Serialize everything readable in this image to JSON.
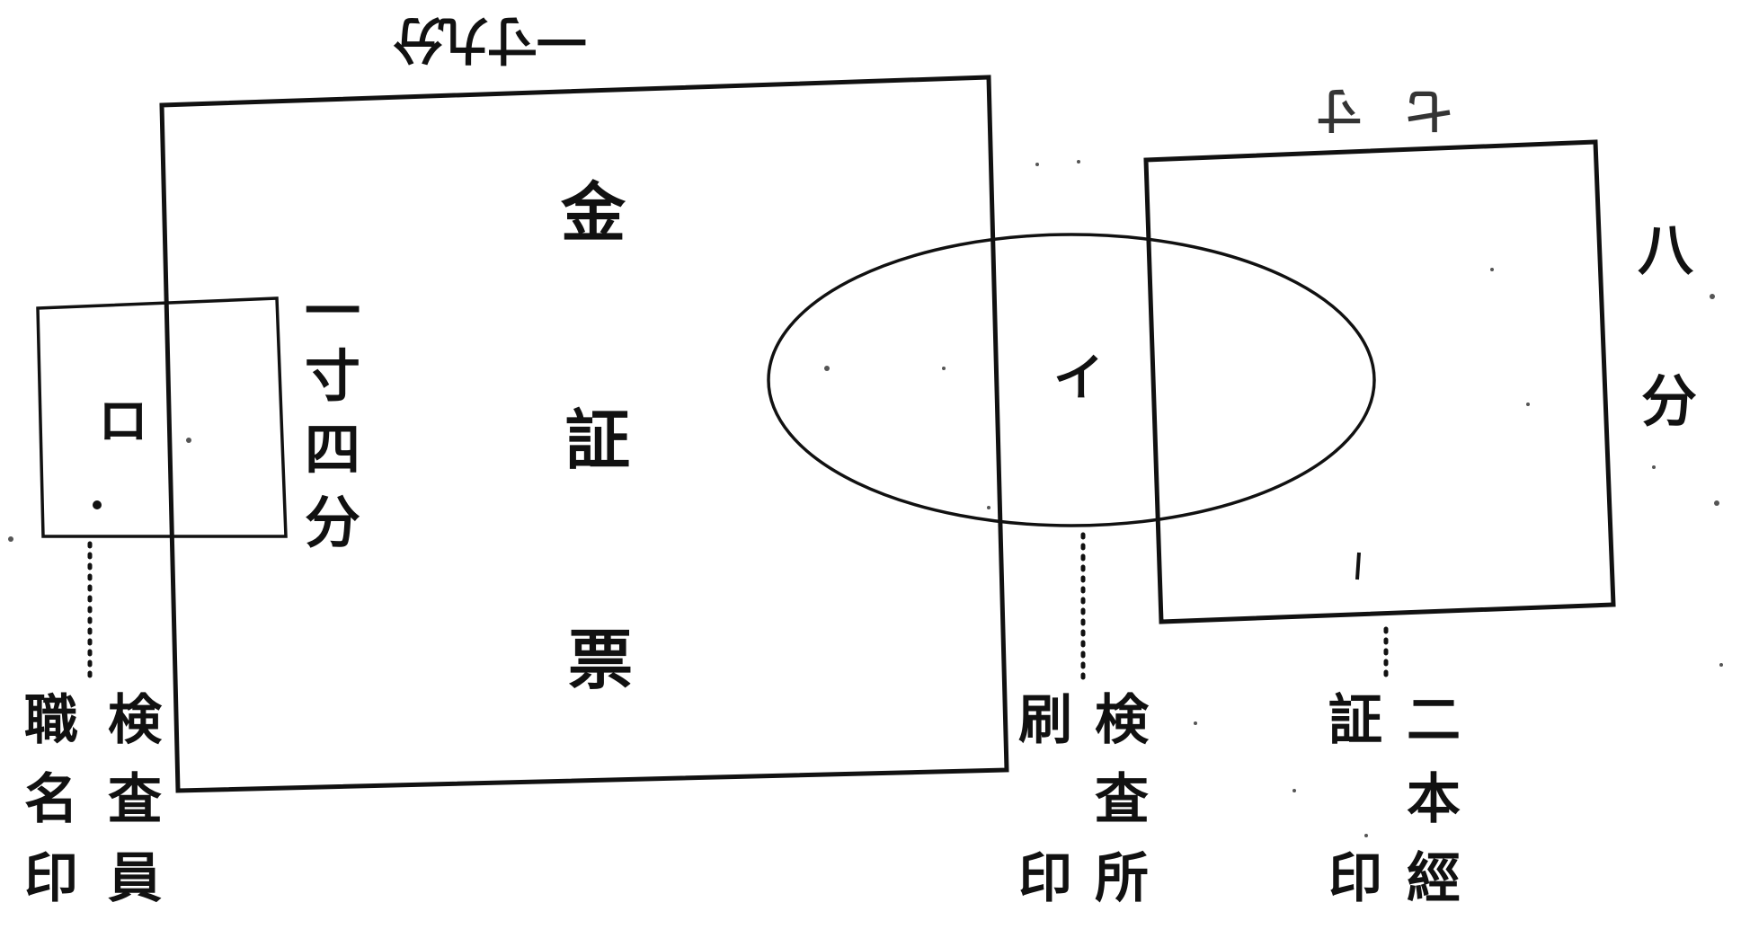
{
  "diagram": {
    "main_slip": {
      "chars": [
        "金",
        "証",
        "票"
      ]
    },
    "top_dimension": {
      "chars": [
        "一",
        "寸",
        "九",
        "分"
      ]
    },
    "left_box": {
      "mark": "ロ",
      "height_label": [
        "一",
        "寸",
        "四",
        "分"
      ]
    },
    "oval": {
      "mark": "イ"
    },
    "right_box": {
      "top_label": [
        "七",
        "寸"
      ],
      "side_label": [
        "八",
        "分"
      ]
    },
    "captions": {
      "inspector": {
        "line1": [
          "検",
          "査",
          "員"
        ],
        "line2": [
          "職",
          "名",
          "印"
        ]
      },
      "inspection_office": {
        "line1": [
          "検",
          "査",
          "所"
        ],
        "line2": [
          "刷",
          "",
          "印"
        ]
      },
      "two_copies": {
        "line1": [
          "二",
          "本",
          "經"
        ],
        "line2": [
          "証",
          "",
          "印"
        ]
      }
    }
  }
}
